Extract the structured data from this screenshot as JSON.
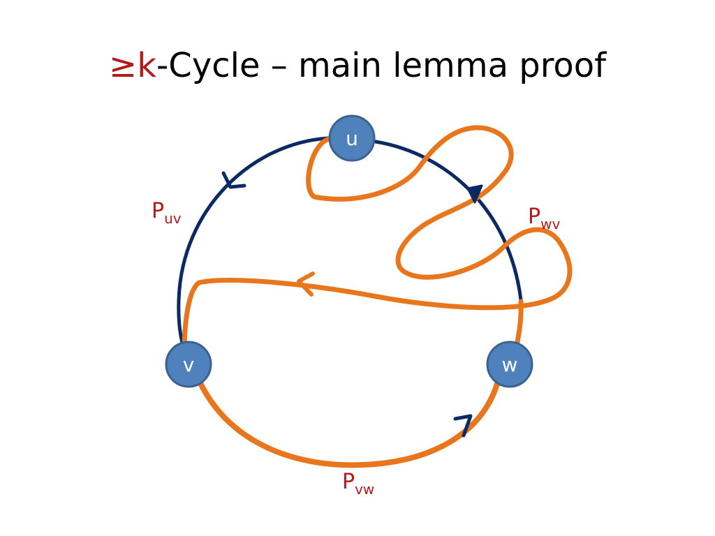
{
  "title": {
    "prefix": "≥k",
    "rest": "-Cycle – main lemma proof"
  },
  "nodes": {
    "u": "u",
    "v": "v",
    "w": "w"
  },
  "path_labels": {
    "uv": {
      "main": "P",
      "sub": "uv"
    },
    "wv": {
      "main": "P",
      "sub": "wv"
    },
    "vw": {
      "main": "P",
      "sub": "vw"
    }
  },
  "colors": {
    "title_accent": "#b31b1b",
    "cycle": "#0b2a63",
    "orange_path": "#e8761c",
    "node_fill": "#4f81bd",
    "node_stroke": "#3a6190",
    "label": "#b31b1b"
  }
}
